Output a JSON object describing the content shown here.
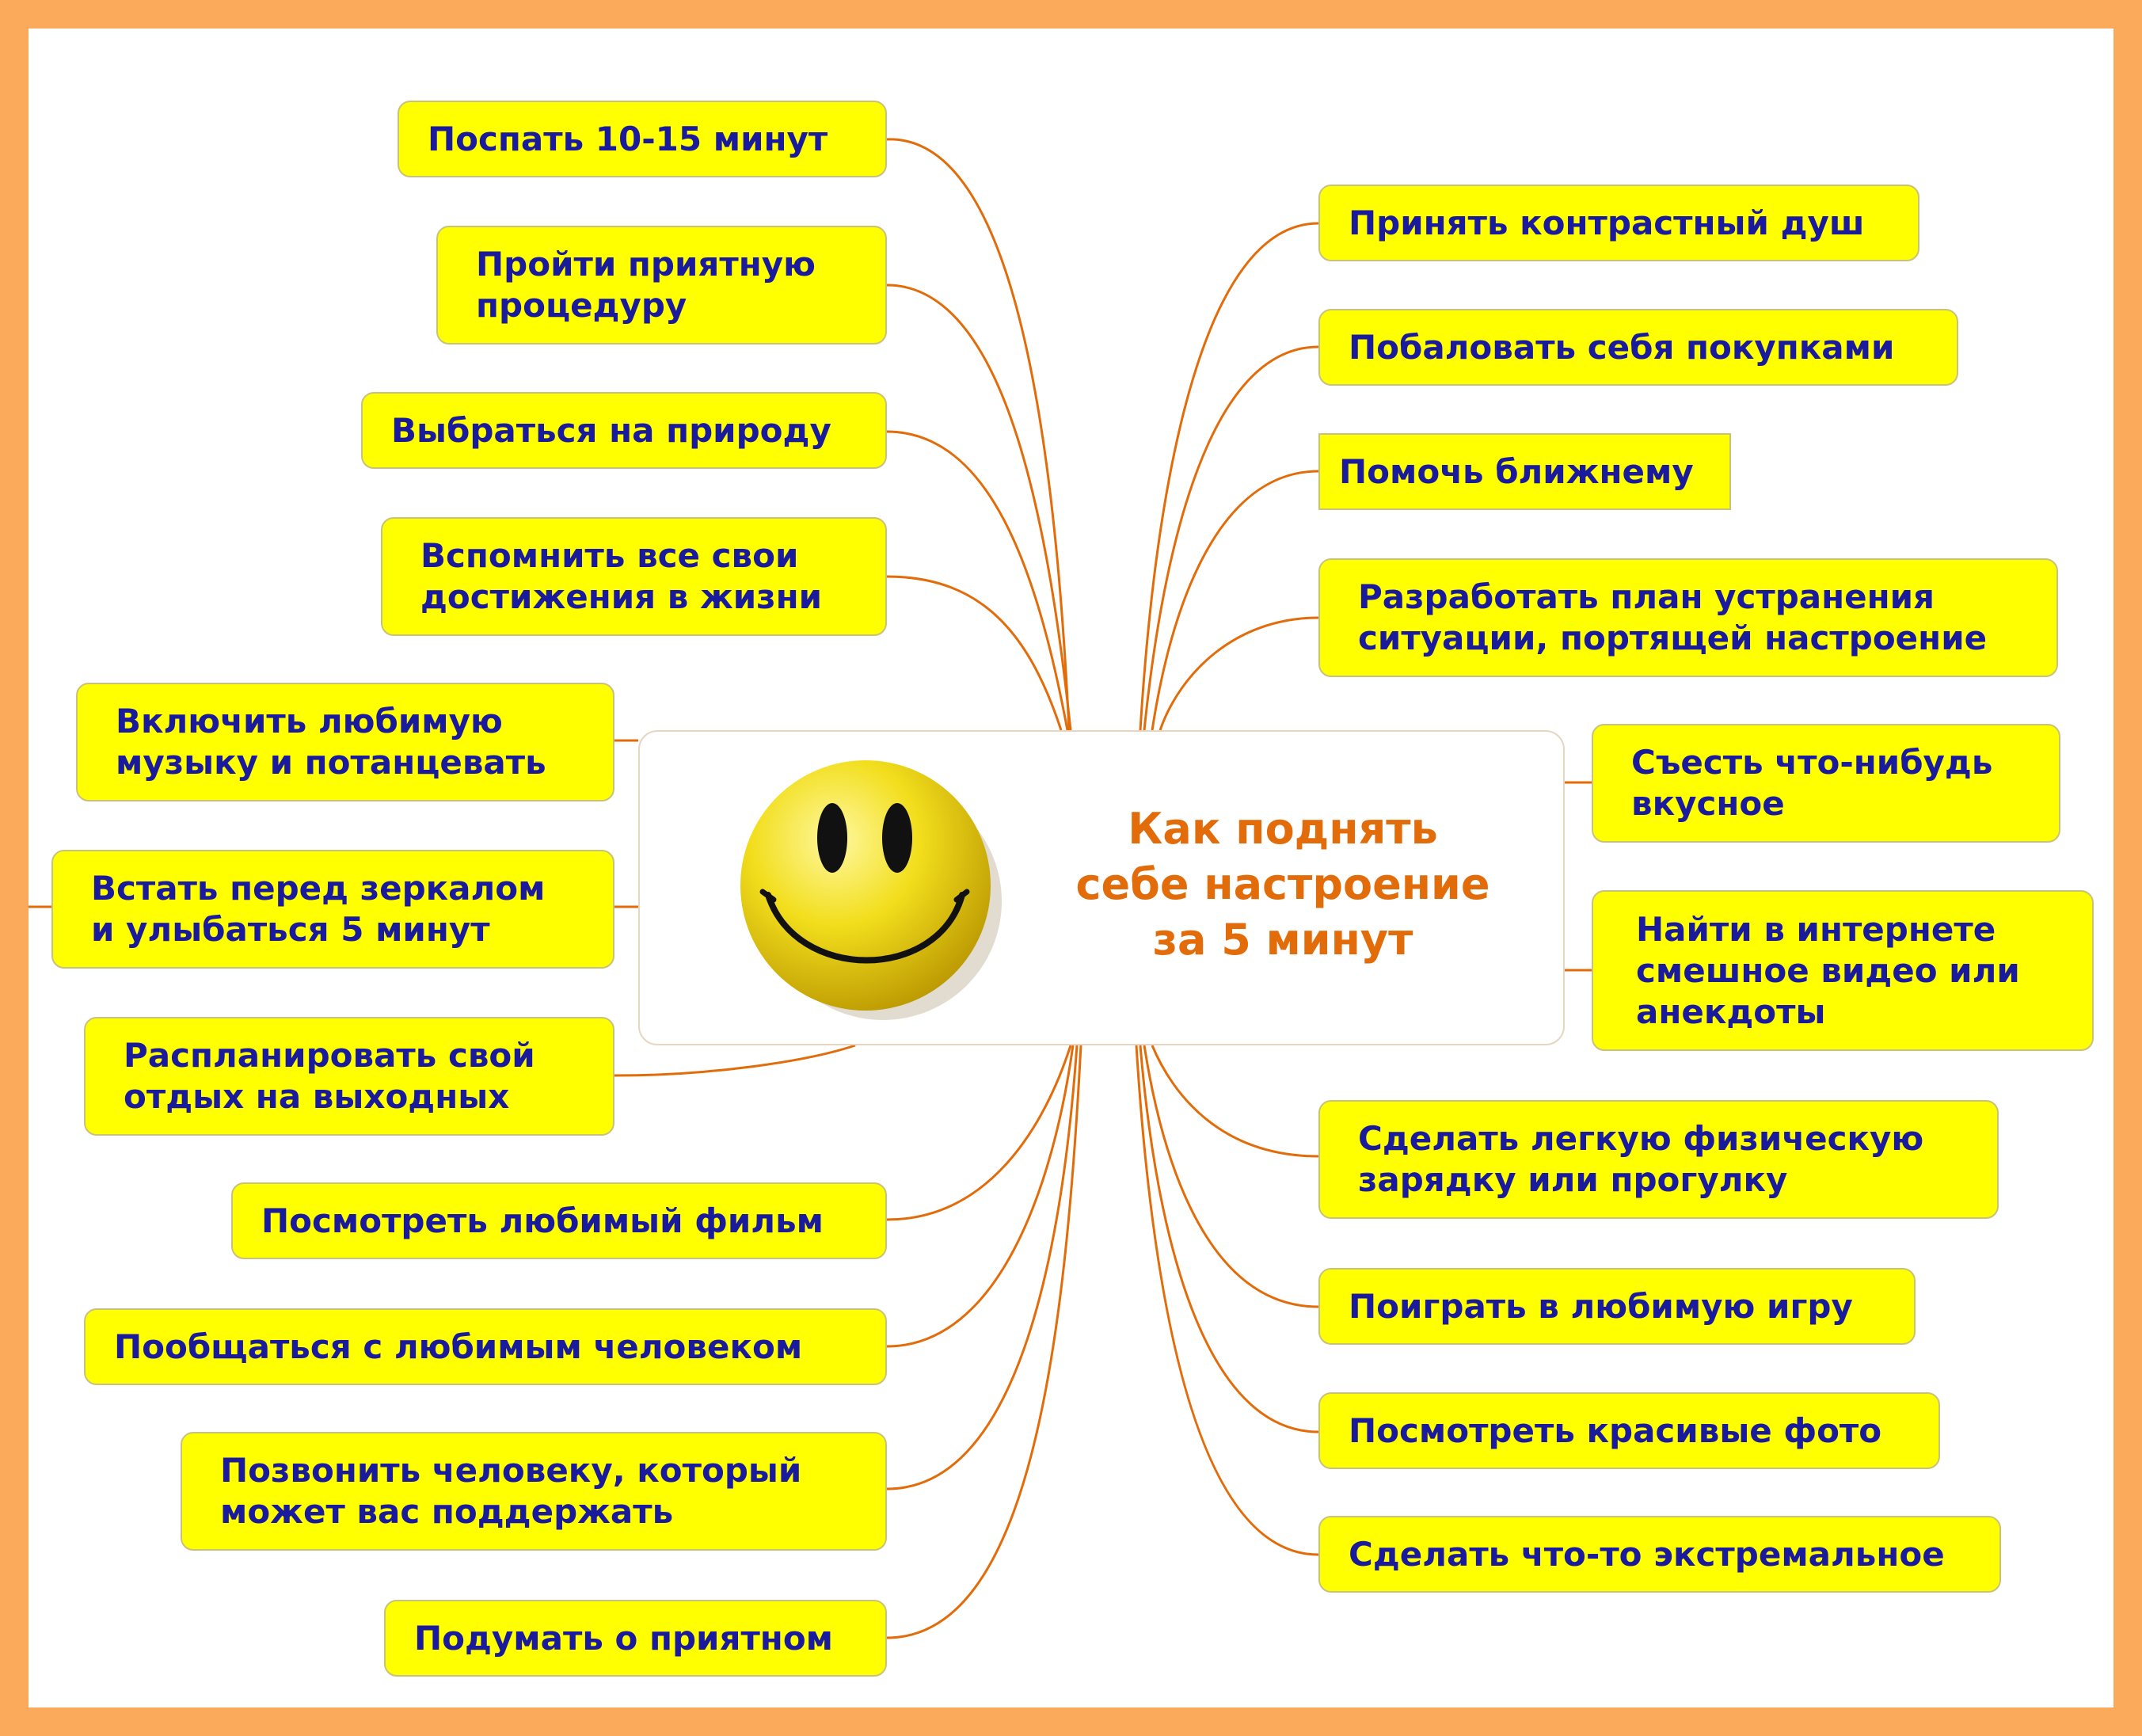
{
  "center_title": "Как поднять\nсебе настроение\n за 5 минут",
  "colors": {
    "frame": "#fbaa5c",
    "node_fill": "#ffff00",
    "node_text": "#1a1a9c",
    "title": "#e36c0a",
    "link": "#e36c0a"
  },
  "center_icon": "smiley-face-icon",
  "left_items": [
    "Поспать 10-15 минут",
    "Пройти приятную\nпроцедуру",
    "Выбраться на природу",
    "Вспомнить все свои\nдостижения в жизни",
    "Включить любимую\nмузыку и потанцевать",
    "Встать перед зеркалом\nи улыбаться 5 минут",
    "Распланировать свой\nотдых на выходных",
    "Посмотреть любимый фильм",
    "Пообщаться с  любимым человеком",
    "Позвонить человеку, который\nможет вас поддержать",
    "Подумать о приятном"
  ],
  "right_items": [
    "Принять контрастный душ",
    "Побаловать себя покупками",
    "Помочь ближнему",
    "Разработать план устранения\nситуации, портящей настроение",
    "Съесть что-нибудь\nвкусное",
    "Найти в интернете\nсмешное видео или\nанекдоты",
    "Сделать легкую физическую\nзарядку или прогулку",
    "Поиграть в любимую игру",
    "Посмотреть красивые фото",
    "Сделать что-то экстремальное"
  ]
}
